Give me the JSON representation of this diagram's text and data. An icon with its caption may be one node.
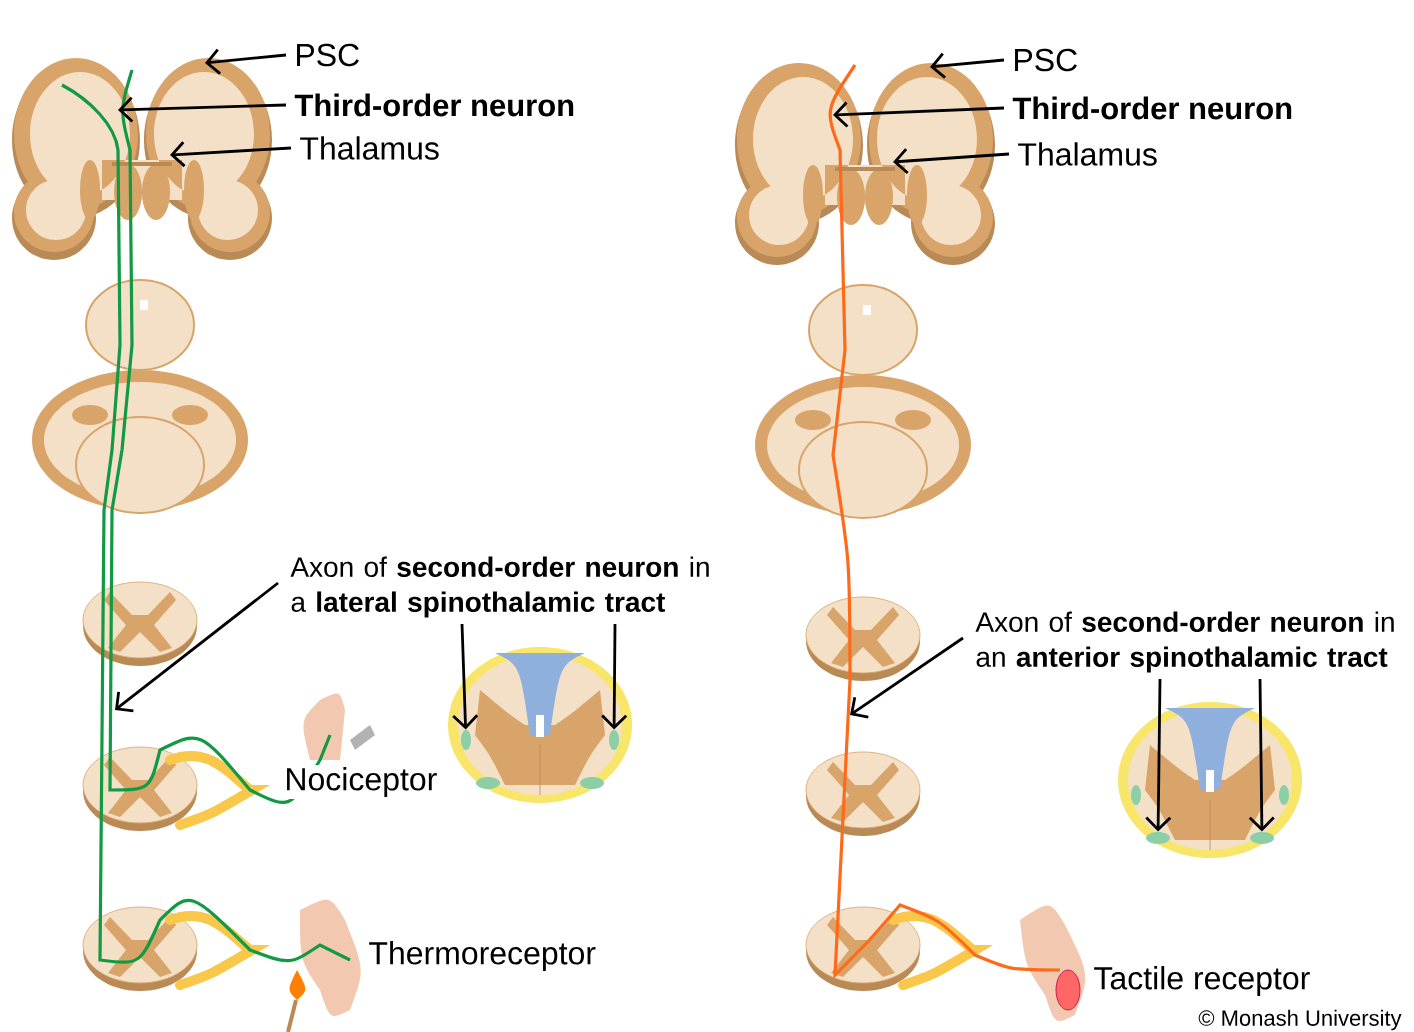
{
  "diagram": {
    "nodes": [
      {
        "text": [
          "PSC"
        ]
      },
      {
        "text": [
          "Third-order neuron"
        ]
      },
      {
        "text": [
          "Thalamus"
        ]
      },
      {
        "text": [
          "Axon of **second-order neuron** in a **lateral spinothalamic tract**"
        ]
      },
      {
        "text": [
          "PSC"
        ]
      },
      {
        "text": [
          "Third-order neuron"
        ]
      },
      {
        "text": [
          "Thalamus"
        ]
      },
      {
        "text": [
          "Axon of **second-order neuron** in an **anterior spinothalamic tract**"
        ]
      },
      {
        "text": [],
        "shape": "ellipse"
      },
      {
        "text": [],
        "shape": "ellipse"
      },
      {
        "text": [],
        "shape": "ellipse"
      },
      {
        "text": [],
        "shape": "ellipse"
      }
    ],
    "edges": [
      {
        "from": 0,
        "to": null,
        "arrow": "to"
      },
      {
        "from": 1,
        "to": null,
        "arrow": "to"
      },
      {
        "from": 2,
        "to": null,
        "arrow": "to"
      },
      {
        "from": 3,
        "to": null,
        "arrow": "to"
      },
      {
        "from": 3,
        "to": 8,
        "arrow": "to"
      },
      {
        "from": 3,
        "to": 9,
        "arrow": "to"
      },
      {
        "from": 4,
        "to": null,
        "arrow": "to"
      },
      {
        "from": 5,
        "to": null,
        "arrow": "to"
      },
      {
        "from": 6,
        "to": null,
        "arrow": "to"
      },
      {
        "from": 7,
        "to": null,
        "arrow": "to"
      },
      {
        "from": 7,
        "to": 10,
        "arrow": "to"
      },
      {
        "from": 7,
        "to": 11,
        "arrow": "to"
      }
    ],
    "labels": [
      "Nociceptor",
      "Thermoreceptor",
      "Tactile receptor",
      "© Monash University"
    ]
  }
}
